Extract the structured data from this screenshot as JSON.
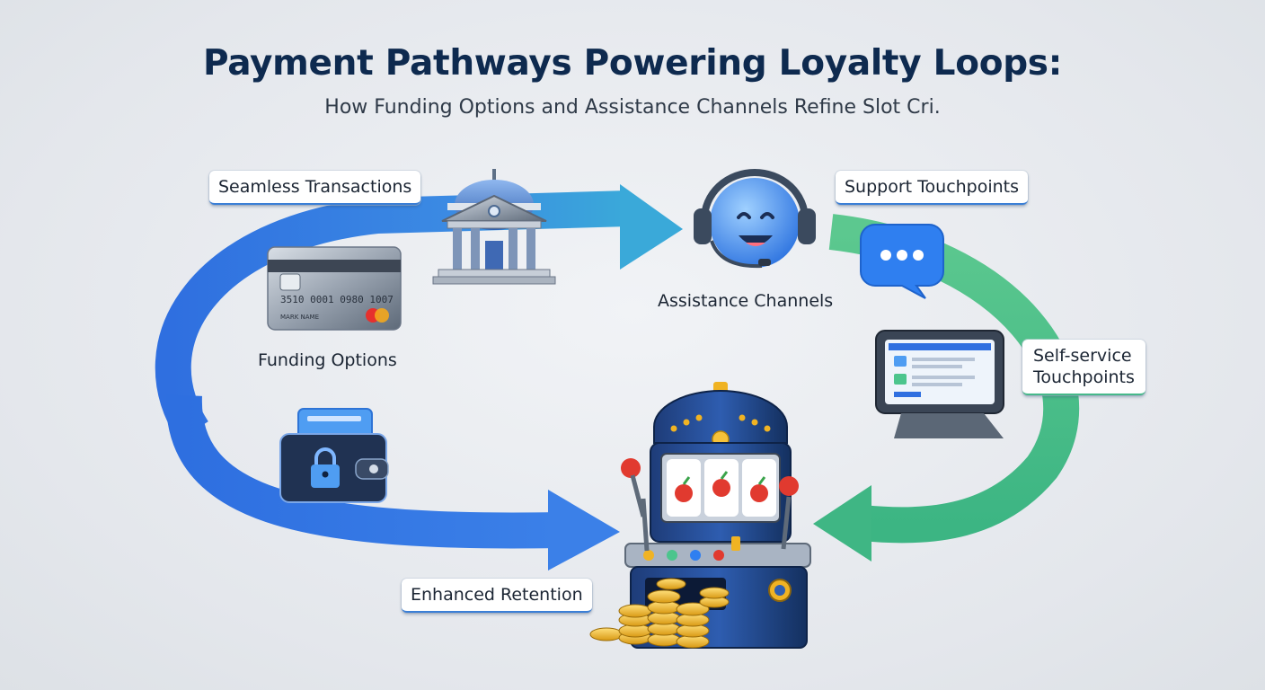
{
  "title": "Payment Pathways Powering Loyalty Loops:",
  "subtitle": "How Funding Options and Assistance Channels Refine Slot Cri.",
  "labels": {
    "seamless_transactions": "Seamless Transactions",
    "support_touchpoints": "Support Touchpoints",
    "funding_options": "Funding Options",
    "assistance_channels": "Assistance Channels",
    "self_service_line1": "Self-service",
    "self_service_line2": "Touchpoints",
    "enhanced_retention": "Enhanced Retention"
  },
  "card": {
    "number": "3510 0001 0980 1007",
    "name": "MARK NAME"
  },
  "icons": [
    "bank-icon",
    "credit-card-icon",
    "wallet-icon",
    "support-agent-icon",
    "chat-bubble-icon",
    "kiosk-icon",
    "slot-machine-icon",
    "coins-icon"
  ],
  "colors": {
    "blue_arrow": "#3b7fd6",
    "green_arrow": "#47b98a",
    "title": "#0e2a4f",
    "chat_bubble": "#2f7ff0",
    "coins": "#f0b323"
  }
}
